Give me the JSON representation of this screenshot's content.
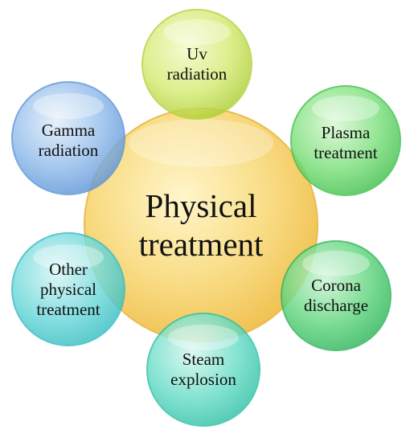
{
  "diagram": {
    "center": {
      "lines": [
        "Physical",
        "treatment"
      ],
      "color": "#F7CF62"
    },
    "nodes": [
      {
        "id": "uv",
        "lines": [
          "Uv",
          "radiation"
        ],
        "color": "#C8E35A"
      },
      {
        "id": "plasma",
        "lines": [
          "Plasma",
          "treatment"
        ],
        "color": "#6BD86B"
      },
      {
        "id": "corona",
        "lines": [
          "Corona",
          "discharge"
        ],
        "color": "#4FCC6E"
      },
      {
        "id": "steam",
        "lines": [
          "Steam",
          "explosion"
        ],
        "color": "#55D6BE"
      },
      {
        "id": "other",
        "lines": [
          "Other",
          "physical",
          "treatment"
        ],
        "color": "#5FD3D6"
      },
      {
        "id": "gamma",
        "lines": [
          "Gamma",
          "radiation"
        ],
        "color": "#7FB0E6"
      }
    ]
  }
}
